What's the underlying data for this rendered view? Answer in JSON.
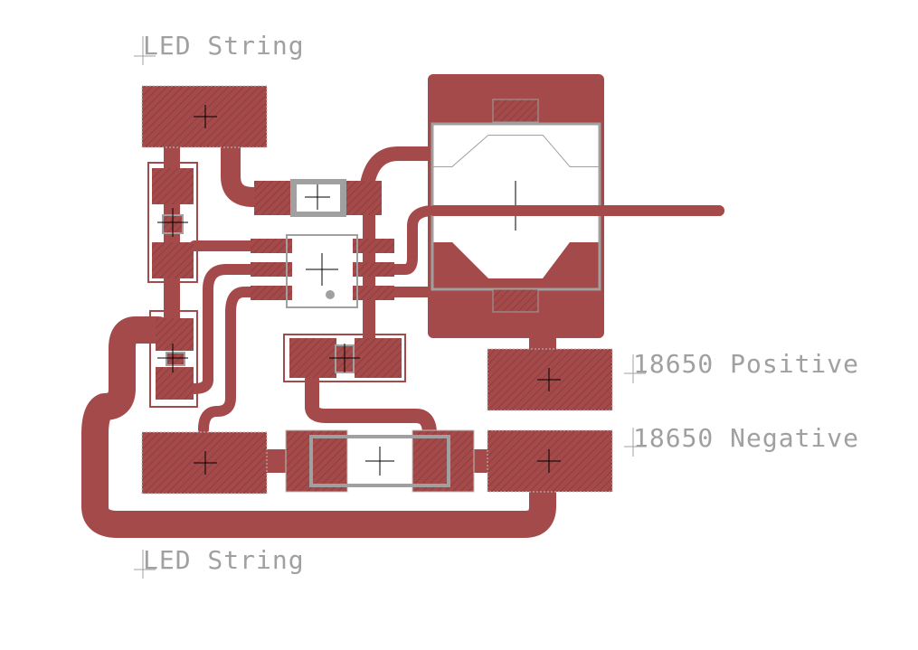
{
  "labels": {
    "led_string_top": "LED String",
    "led_string_bottom": "LED String",
    "battery_positive": "18650 Positive",
    "battery_negative": "18650 Negative"
  },
  "colors": {
    "copper": "#a54a4a",
    "silk": "#a0a0a0",
    "label_text": "#a0a0a0",
    "crosshair": "#000000",
    "background": "#ffffff"
  }
}
